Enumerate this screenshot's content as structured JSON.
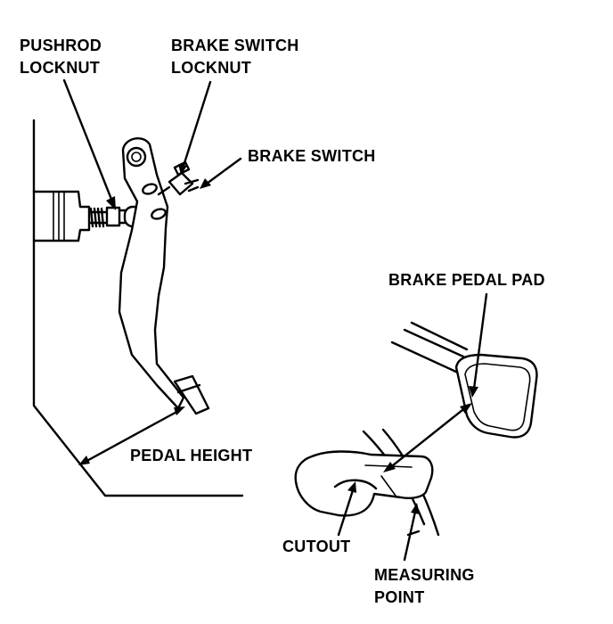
{
  "labels": {
    "pushrod_locknut_line1": "PUSHROD",
    "pushrod_locknut_line2": "LOCKNUT",
    "brake_switch_locknut_line1": "BRAKE SWITCH",
    "brake_switch_locknut_line2": "LOCKNUT",
    "brake_switch": "BRAKE SWITCH",
    "brake_pedal_pad": "BRAKE PEDAL PAD",
    "pedal_height": "PEDAL HEIGHT",
    "cutout": "CUTOUT",
    "measuring_point_line1": "MEASURING",
    "measuring_point_line2": "POINT"
  },
  "colors": {
    "ink": "#000000",
    "paper": "#ffffff"
  }
}
